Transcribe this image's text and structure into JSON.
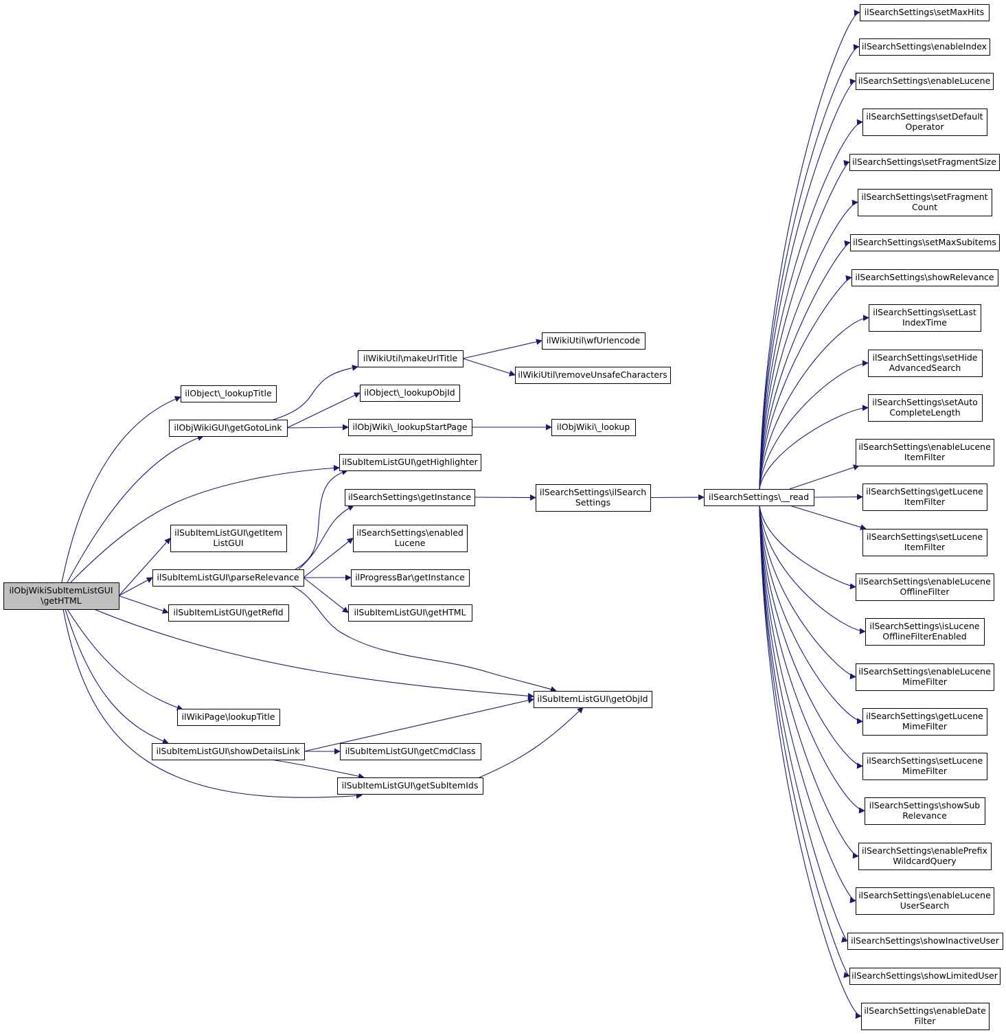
{
  "graph": {
    "nodes": [
      {
        "id": "root",
        "lines": [
          "ilObjWikiSubItemListGUI",
          "\\getHTML"
        ],
        "highlight": true
      },
      {
        "id": "lookupTitle",
        "lines": [
          "ilObject\\_lookupTitle"
        ]
      },
      {
        "id": "getGotoLink",
        "lines": [
          "ilObjWikiGUI\\getGotoLink"
        ]
      },
      {
        "id": "makeUrlTitle",
        "lines": [
          "ilWikiUtil\\makeUrlTitle"
        ]
      },
      {
        "id": "wfUrlencode",
        "lines": [
          "ilWikiUtil\\wfUrlencode"
        ]
      },
      {
        "id": "removeUnsafe",
        "lines": [
          "ilWikiUtil\\removeUnsafeCharacters"
        ]
      },
      {
        "id": "lookupObjId",
        "lines": [
          "ilObject\\_lookupObjId"
        ]
      },
      {
        "id": "lookupStartPage",
        "lines": [
          "ilObjWiki\\_lookupStartPage"
        ]
      },
      {
        "id": "objWikiLookup",
        "lines": [
          "ilObjWiki\\_lookup"
        ]
      },
      {
        "id": "getHighlighter",
        "lines": [
          "ilSubItemListGUI\\getHighlighter"
        ]
      },
      {
        "id": "getInstance",
        "lines": [
          "ilSearchSettings\\getInstance"
        ]
      },
      {
        "id": "ilSearchSettingsCtor",
        "lines": [
          "ilSearchSettings\\ilSearch",
          "Settings"
        ]
      },
      {
        "id": "read",
        "lines": [
          "ilSearchSettings\\__read"
        ]
      },
      {
        "id": "enabledLucene",
        "lines": [
          "ilSearchSettings\\enabled",
          "Lucene"
        ]
      },
      {
        "id": "getItemListGUI",
        "lines": [
          "ilSubItemListGUI\\getItem",
          "ListGUI"
        ]
      },
      {
        "id": "parseRelevance",
        "lines": [
          "ilSubItemListGUI\\parseRelevance"
        ]
      },
      {
        "id": "progressBar",
        "lines": [
          "ilProgressBar\\getInstance"
        ]
      },
      {
        "id": "subGetHTML",
        "lines": [
          "ilSubItemListGUI\\getHTML"
        ]
      },
      {
        "id": "getRefId",
        "lines": [
          "ilSubItemListGUI\\getRefId"
        ]
      },
      {
        "id": "getObjId",
        "lines": [
          "ilSubItemListGUI\\getObjId"
        ]
      },
      {
        "id": "wikiLookupTitle",
        "lines": [
          "ilWikiPage\\lookupTitle"
        ]
      },
      {
        "id": "showDetailsLink",
        "lines": [
          "ilSubItemListGUI\\showDetailsLink"
        ]
      },
      {
        "id": "getCmdClass",
        "lines": [
          "ilSubItemListGUI\\getCmdClass"
        ]
      },
      {
        "id": "getSubItemIds",
        "lines": [
          "ilSubItemListGUI\\getSubItemIds"
        ]
      },
      {
        "id": "r0",
        "lines": [
          "ilSearchSettings\\setMaxHits"
        ]
      },
      {
        "id": "r1",
        "lines": [
          "ilSearchSettings\\enableIndex"
        ]
      },
      {
        "id": "r2",
        "lines": [
          "ilSearchSettings\\enableLucene"
        ]
      },
      {
        "id": "r3",
        "lines": [
          "ilSearchSettings\\setDefault",
          "Operator"
        ]
      },
      {
        "id": "r4",
        "lines": [
          "ilSearchSettings\\setFragmentSize"
        ]
      },
      {
        "id": "r5",
        "lines": [
          "ilSearchSettings\\setFragment",
          "Count"
        ]
      },
      {
        "id": "r6",
        "lines": [
          "ilSearchSettings\\setMaxSubitems"
        ]
      },
      {
        "id": "r7",
        "lines": [
          "ilSearchSettings\\showRelevance"
        ]
      },
      {
        "id": "r8",
        "lines": [
          "ilSearchSettings\\setLast",
          "IndexTime"
        ]
      },
      {
        "id": "r9",
        "lines": [
          "ilSearchSettings\\setHide",
          "AdvancedSearch"
        ]
      },
      {
        "id": "r10",
        "lines": [
          "ilSearchSettings\\setAuto",
          "CompleteLength"
        ]
      },
      {
        "id": "r11",
        "lines": [
          "ilSearchSettings\\enableLucene",
          "ItemFilter"
        ]
      },
      {
        "id": "r12",
        "lines": [
          "ilSearchSettings\\getLucene",
          "ItemFilter"
        ]
      },
      {
        "id": "r13",
        "lines": [
          "ilSearchSettings\\setLucene",
          "ItemFilter"
        ]
      },
      {
        "id": "r14",
        "lines": [
          "ilSearchSettings\\enableLucene",
          "OfflineFilter"
        ]
      },
      {
        "id": "r15",
        "lines": [
          "ilSearchSettings\\isLucene",
          "OfflineFilterEnabled"
        ]
      },
      {
        "id": "r16",
        "lines": [
          "ilSearchSettings\\enableLucene",
          "MimeFilter"
        ]
      },
      {
        "id": "r17",
        "lines": [
          "ilSearchSettings\\getLucene",
          "MimeFilter"
        ]
      },
      {
        "id": "r18",
        "lines": [
          "ilSearchSettings\\setLucene",
          "MimeFilter"
        ]
      },
      {
        "id": "r19",
        "lines": [
          "ilSearchSettings\\showSub",
          "Relevance"
        ]
      },
      {
        "id": "r20",
        "lines": [
          "ilSearchSettings\\enablePrefix",
          "WildcardQuery"
        ]
      },
      {
        "id": "r21",
        "lines": [
          "ilSearchSettings\\enableLucene",
          "UserSearch"
        ]
      },
      {
        "id": "r22",
        "lines": [
          "ilSearchSettings\\showInactiveUser"
        ]
      },
      {
        "id": "r23",
        "lines": [
          "ilSearchSettings\\showLimitedUser"
        ]
      },
      {
        "id": "r24",
        "lines": [
          "ilSearchSettings\\enableDate",
          "Filter"
        ]
      }
    ],
    "edges": [
      [
        "root",
        "lookupTitle"
      ],
      [
        "root",
        "getGotoLink"
      ],
      [
        "root",
        "getHighlighter"
      ],
      [
        "root",
        "getItemListGUI"
      ],
      [
        "root",
        "parseRelevance"
      ],
      [
        "root",
        "getRefId"
      ],
      [
        "root",
        "getObjId"
      ],
      [
        "root",
        "wikiLookupTitle"
      ],
      [
        "root",
        "showDetailsLink"
      ],
      [
        "root",
        "getSubItemIds"
      ],
      [
        "getGotoLink",
        "makeUrlTitle"
      ],
      [
        "getGotoLink",
        "lookupObjId"
      ],
      [
        "getGotoLink",
        "lookupStartPage"
      ],
      [
        "makeUrlTitle",
        "wfUrlencode"
      ],
      [
        "makeUrlTitle",
        "removeUnsafe"
      ],
      [
        "lookupStartPage",
        "objWikiLookup"
      ],
      [
        "parseRelevance",
        "getHighlighter"
      ],
      [
        "parseRelevance",
        "getInstance"
      ],
      [
        "parseRelevance",
        "enabledLucene"
      ],
      [
        "parseRelevance",
        "progressBar"
      ],
      [
        "parseRelevance",
        "subGetHTML"
      ],
      [
        "parseRelevance",
        "getObjId"
      ],
      [
        "getInstance",
        "ilSearchSettingsCtor"
      ],
      [
        "ilSearchSettingsCtor",
        "read"
      ],
      [
        "showDetailsLink",
        "getObjId"
      ],
      [
        "showDetailsLink",
        "getCmdClass"
      ],
      [
        "showDetailsLink",
        "getSubItemIds"
      ],
      [
        "getSubItemIds",
        "getObjId"
      ],
      [
        "read",
        "r0"
      ],
      [
        "read",
        "r1"
      ],
      [
        "read",
        "r2"
      ],
      [
        "read",
        "r3"
      ],
      [
        "read",
        "r4"
      ],
      [
        "read",
        "r5"
      ],
      [
        "read",
        "r6"
      ],
      [
        "read",
        "r7"
      ],
      [
        "read",
        "r8"
      ],
      [
        "read",
        "r9"
      ],
      [
        "read",
        "r10"
      ],
      [
        "read",
        "r11"
      ],
      [
        "read",
        "r12"
      ],
      [
        "read",
        "r13"
      ],
      [
        "read",
        "r14"
      ],
      [
        "read",
        "r15"
      ],
      [
        "read",
        "r16"
      ],
      [
        "read",
        "r17"
      ],
      [
        "read",
        "r18"
      ],
      [
        "read",
        "r19"
      ],
      [
        "read",
        "r20"
      ],
      [
        "read",
        "r21"
      ],
      [
        "read",
        "r22"
      ],
      [
        "read",
        "r23"
      ],
      [
        "read",
        "r24"
      ]
    ]
  }
}
